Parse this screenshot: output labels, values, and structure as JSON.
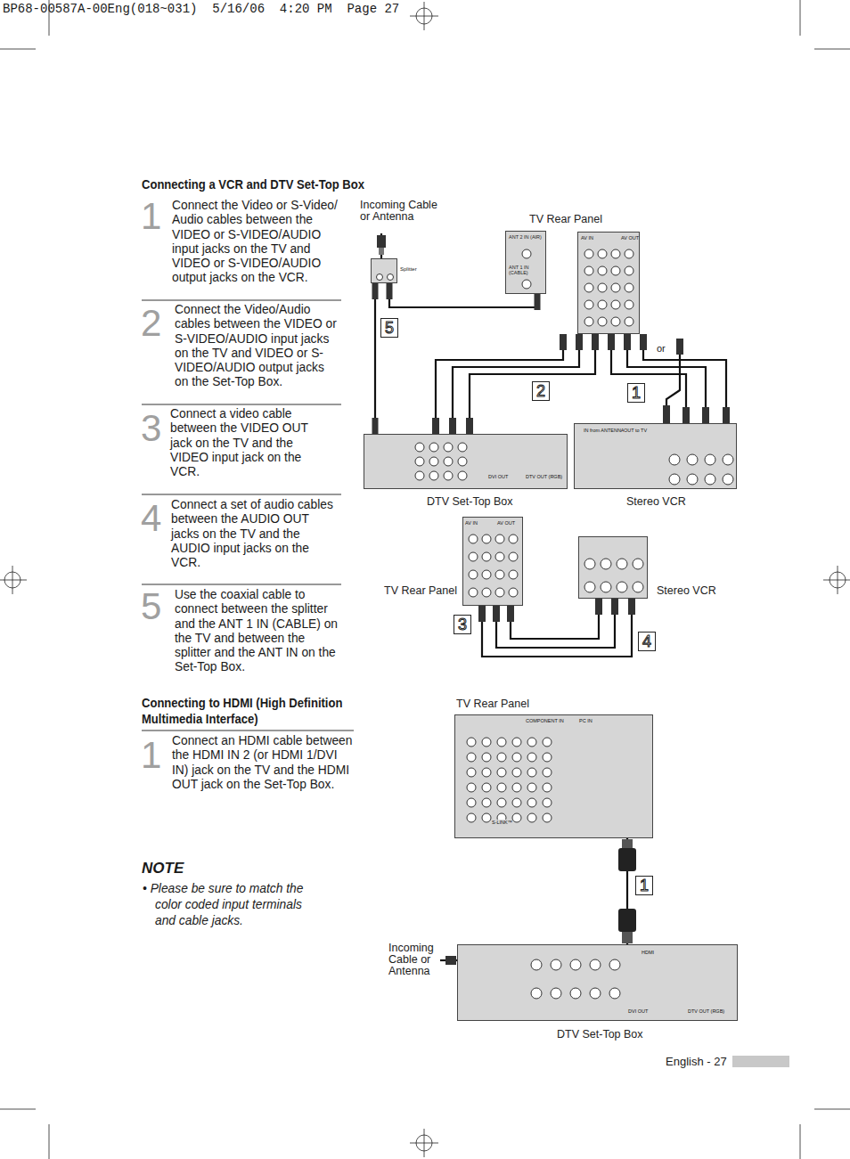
{
  "diagram": {
    "nodes": [
      {
        "text": [
          "Splitter"
        ]
      },
      {
        "text": [
          "ANT 2 IN (AIR)",
          "ANT 1 IN (CABLE)"
        ]
      },
      {
        "text": [
          "TV Rear Panel"
        ]
      },
      {
        "text": [
          "DTV Set-Top Box"
        ]
      },
      {
        "text": [
          "Stereo VCR"
        ]
      },
      {
        "text": [
          "TV Rear Panel"
        ]
      },
      {
        "text": [
          "Stereo VCR"
        ]
      },
      {
        "text": [
          "TV Rear Panel"
        ]
      },
      {
        "text": [
          "DTV Set-Top Box"
        ]
      }
    ],
    "edges": [
      {
        "from": 0,
        "to": 1,
        "arrow": "none"
      },
      {
        "from": 0,
        "to": 3,
        "arrow": "none"
      },
      {
        "from": 2,
        "to": 3,
        "arrow": "none"
      },
      {
        "from": 2,
        "to": 4,
        "arrow": "none"
      },
      {
        "from": 5,
        "to": 6,
        "arrow": "none"
      },
      {
        "from": 5,
        "to": 6,
        "arrow": "none"
      },
      {
        "from": 7,
        "to": 8,
        "arrow": "none"
      }
    ],
    "labels": [
      "BP68-00587A-00Eng(018~031)  5/16/06  4:20 PM  Page 27",
      "Connecting a VCR and DTV Set-Top Box",
      "1",
      "Connect the Video or S-Video/ Audio cables between the VIDEO or S-VIDEO/AUDIO input jacks on the TV and VIDEO or S-VIDEO/AUDIO output jacks on the VCR.",
      "2",
      "Connect the Video/Audio cables between the VIDEO or S-VIDEO/AUDIO input jacks on the TV and VIDEO or S-VIDEO/AUDIO output jacks on the Set-Top Box.",
      "3",
      "Connect a video cable between the VIDEO OUT jack on the TV and the VIDEO input jack on the VCR.",
      "4",
      "Connect a set of audio cables between the AUDIO OUT jacks on the TV and the AUDIO input jacks on the VCR.",
      "5",
      "Use the coaxial cable to connect between the splitter and the ANT 1 IN (CABLE) on the TV and between the splitter and the ANT IN on the Set-Top Box.",
      "Connecting to HDMI (High Definition Multimedia Interface)",
      "1",
      "Connect an HDMI cable between the HDMI IN 2 (or HDMI 1/DVI IN) jack on the TV and the HDMI OUT jack on the Set-Top Box.",
      "NOTE",
      "• Please be sure to match the color coded input terminals and cable jacks.",
      "Incoming Cable or Antenna",
      "5",
      "2",
      "or",
      "1",
      "3",
      "4",
      "1",
      "Incoming Cable or Antenna",
      "English - 27",
      "AV IN",
      "AV OUT",
      "DVI OUT",
      "DTV OUT (RGB)",
      "IN from ANTENNA",
      "OUT to TV",
      "AV IN",
      "AV OUT",
      "COMPONENT IN",
      "PC IN",
      "S-LINK™",
      "HDMI",
      "DVI OUT",
      "DTV OUT (RGB)"
    ]
  }
}
